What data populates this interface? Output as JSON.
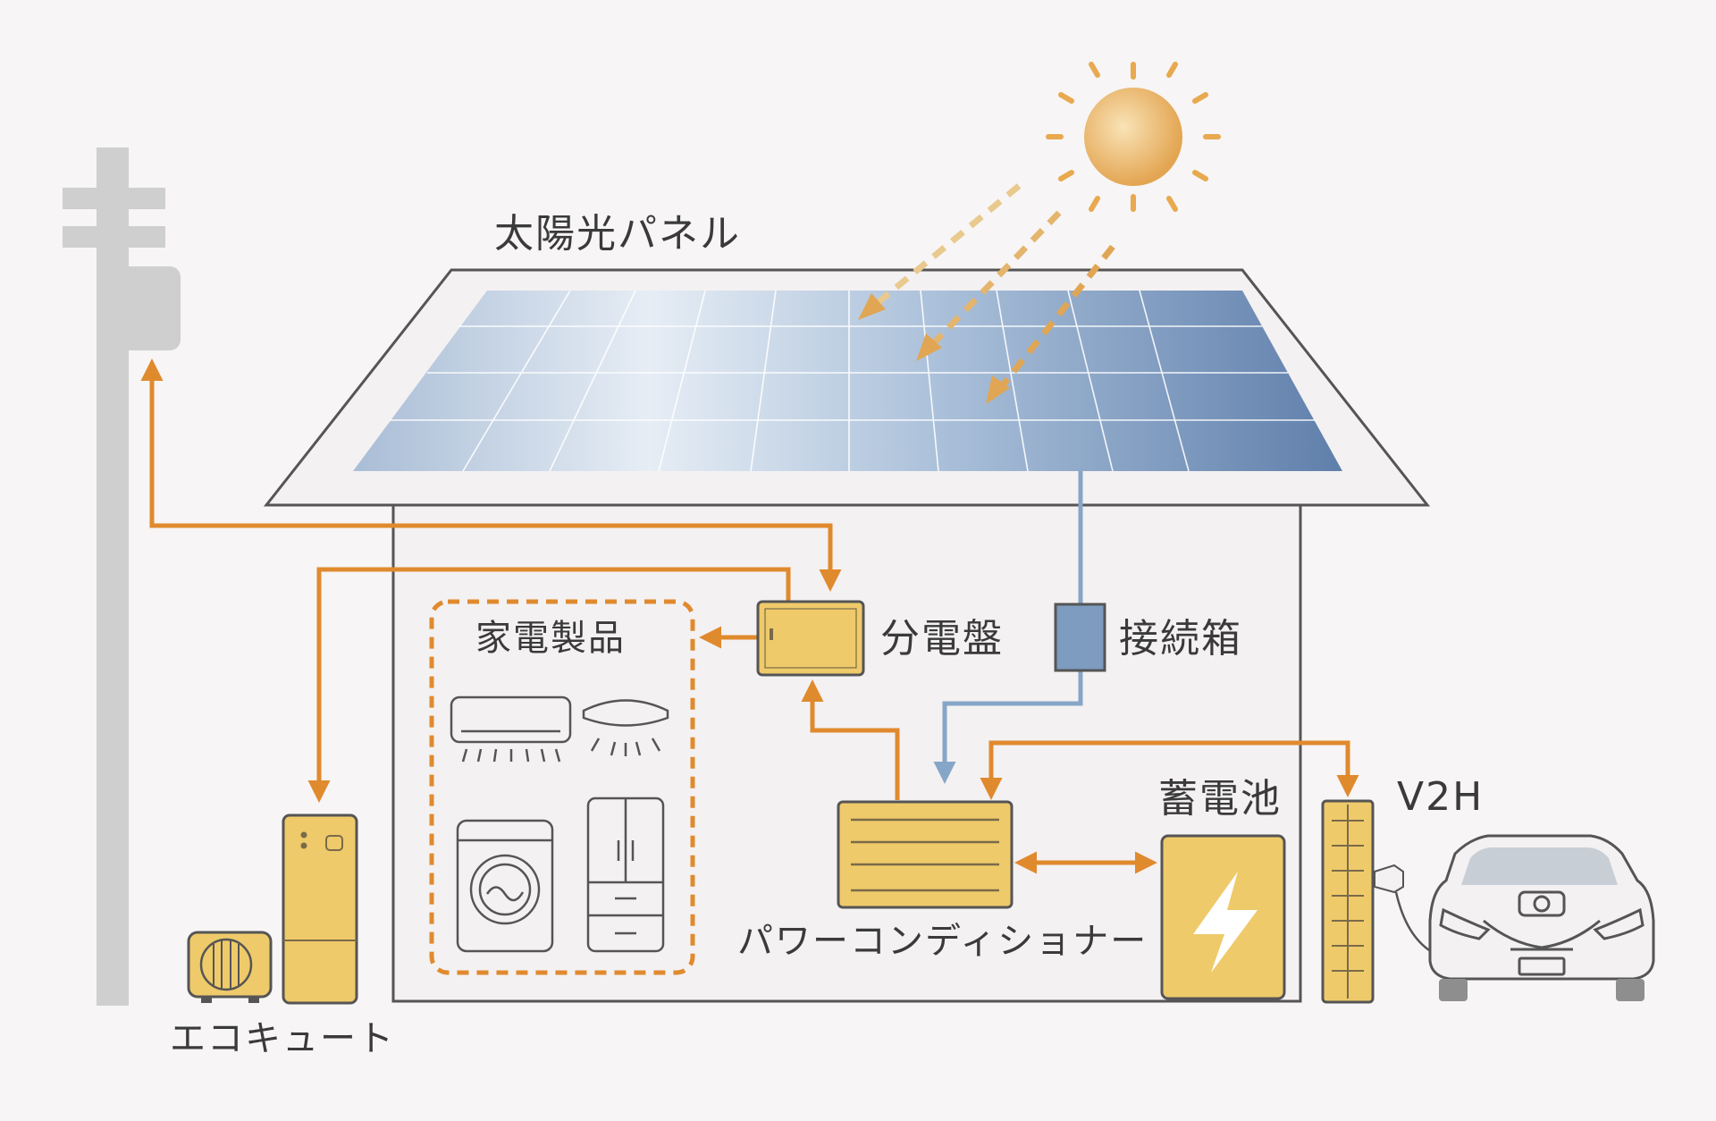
{
  "labels": {
    "solar_panel": "太陽光パネル",
    "appliances": "家電製品",
    "distribution_board": "分電盤",
    "junction_box": "接続箱",
    "power_conditioner": "パワーコンディショナー",
    "storage_battery": "蓄電池",
    "v2h": "V2H",
    "ecocute": "エコキュート"
  },
  "colors": {
    "background": "#f7f5f5",
    "flow_arrow": "#e08a2e",
    "dc_line": "#86a6c8",
    "equipment_fill": "#efca6a",
    "pole": "#cfcfcf",
    "outline": "#555555"
  },
  "icons": [
    "sun-icon",
    "utility-pole-icon",
    "air-conditioner-icon",
    "ceiling-light-icon",
    "washing-machine-icon",
    "refrigerator-icon",
    "lightning-icon",
    "ev-car-icon"
  ]
}
